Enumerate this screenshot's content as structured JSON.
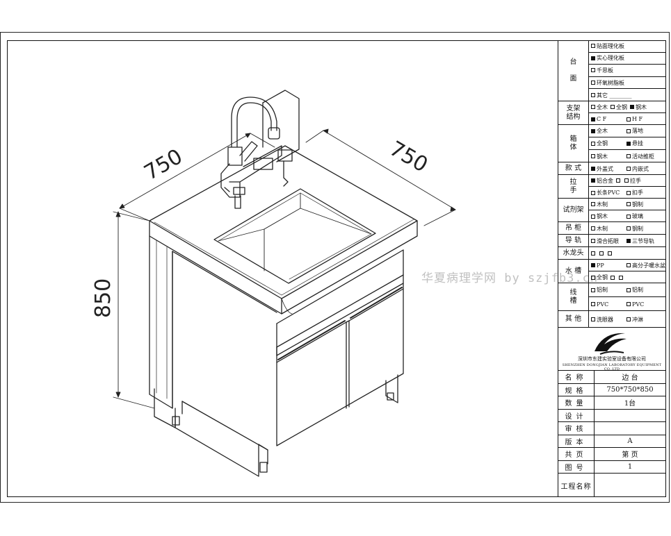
{
  "dimensions": {
    "width": "750",
    "depth": "750",
    "height": "850"
  },
  "watermark": "华夏病理学网 by szjfb3.cn",
  "spec_table": [
    {
      "label": "台\n\n面",
      "options": [
        [
          {
            "checked": false,
            "text": "贴面理化板"
          }
        ],
        [
          {
            "checked": true,
            "text": "实心理化板"
          }
        ],
        [
          {
            "checked": false,
            "text": "千思板"
          }
        ],
        [
          {
            "checked": false,
            "text": "环氧树脂板"
          }
        ],
        [
          {
            "checked": false,
            "text": "其它 ________"
          }
        ]
      ]
    },
    {
      "label": "支架\n结构",
      "options": [
        [
          {
            "checked": false,
            "text": "全木"
          },
          {
            "checked": false,
            "text": "全钢"
          },
          {
            "checked": true,
            "text": "钢木"
          }
        ],
        [
          {
            "checked": true,
            "text": "C F"
          },
          {
            "checked": false,
            "text": "H F"
          }
        ]
      ]
    },
    {
      "label": "箱\n体",
      "options": [
        [
          {
            "checked": true,
            "text": "全木"
          },
          {
            "checked": false,
            "text": "落地"
          }
        ],
        [
          {
            "checked": false,
            "text": "全钢"
          },
          {
            "checked": true,
            "text": "悬挂"
          }
        ],
        [
          {
            "checked": false,
            "text": "钢木"
          },
          {
            "checked": false,
            "text": "活动推柜"
          }
        ]
      ]
    },
    {
      "label": "款 式",
      "options": [
        [
          {
            "checked": true,
            "text": "外盖式"
          },
          {
            "checked": false,
            "text": "内嵌式"
          }
        ]
      ]
    },
    {
      "label": "拉\n手",
      "options": [
        [
          {
            "checked": true,
            "text": "铝合金"
          },
          {
            "checked": false,
            "text": ""
          },
          {
            "checked": false,
            "text": "拉手"
          }
        ],
        [
          {
            "checked": false,
            "text": "长条PVC"
          },
          {
            "checked": false,
            "text": "扣手"
          }
        ]
      ]
    },
    {
      "label": "试剂架",
      "options": [
        [
          {
            "checked": false,
            "text": "木制"
          },
          {
            "checked": false,
            "text": "钢制"
          }
        ],
        [
          {
            "checked": false,
            "text": "钢木"
          },
          {
            "checked": false,
            "text": "玻璃"
          }
        ]
      ]
    },
    {
      "label": "吊 柜",
      "options": [
        [
          {
            "checked": false,
            "text": "木制"
          },
          {
            "checked": false,
            "text": "钢制"
          }
        ]
      ]
    },
    {
      "label": "导 轨",
      "options": [
        [
          {
            "checked": false,
            "text": "滑合拓眼"
          },
          {
            "checked": true,
            "text": "三节导轨"
          }
        ]
      ]
    },
    {
      "label": "水龙头",
      "options": [
        [
          {
            "checked": false,
            "text": ""
          },
          {
            "checked": false,
            "text": ""
          },
          {
            "checked": false,
            "text": ""
          }
        ]
      ]
    },
    {
      "label": "水 槽",
      "options": [
        [
          {
            "checked": true,
            "text": "PP"
          },
          {
            "checked": false,
            "text": "高分子暖水盆"
          }
        ],
        [
          {
            "checked": false,
            "text": "全钢"
          },
          {
            "checked": false,
            "text": ""
          },
          {
            "checked": false,
            "text": ""
          }
        ]
      ]
    },
    {
      "label": "线\n槽",
      "options": [
        [
          {
            "checked": false,
            "text": "铝制"
          },
          {
            "checked": false,
            "text": "铝制"
          }
        ],
        [
          {
            "checked": false,
            "text": "PVC"
          },
          {
            "checked": false,
            "text": "PVC"
          }
        ]
      ]
    },
    {
      "label": "其 他",
      "options": [
        [
          {
            "checked": false,
            "text": "洗眼器"
          },
          {
            "checked": false,
            "text": "冲淋"
          }
        ]
      ]
    }
  ],
  "company": {
    "name": "深圳市东建实验室设备有限公司",
    "name_en": "SHENZHEN DONGJIAN LABORATORY EQUIPMENT CO.,LTD"
  },
  "meta": [
    {
      "label": "名称",
      "value": "边 台"
    },
    {
      "label": "规格",
      "value": "750*750*850"
    },
    {
      "label": "数量",
      "value": "1台"
    },
    {
      "label": "设计",
      "value": ""
    },
    {
      "label": "审核",
      "value": ""
    },
    {
      "label": "版本",
      "value": "A"
    },
    {
      "label": "共页",
      "value": "第 页"
    },
    {
      "label": "图号",
      "value": "1"
    },
    {
      "label": "工程名称",
      "value": ""
    }
  ]
}
